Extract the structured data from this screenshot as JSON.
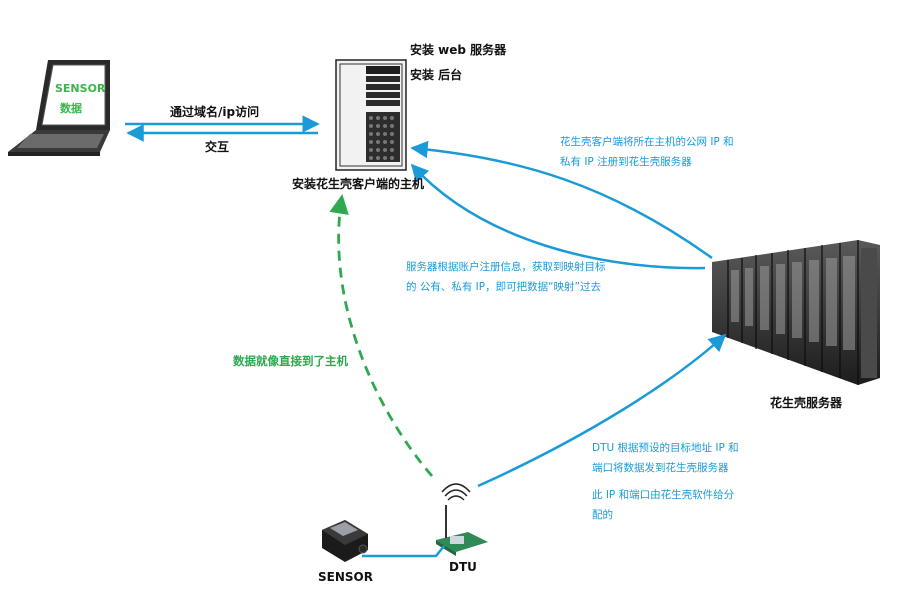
{
  "title_lines": [
    "安装 web 服务器",
    "安装 后台"
  ],
  "host": {
    "label": "安装花生壳客户端的主机"
  },
  "laptop": {
    "screen_text_1": "SENSOR",
    "screen_text_2": "数据"
  },
  "link_labels": {
    "top": "通过域名/ip访问",
    "bottom": "交互"
  },
  "server": {
    "label": "花生壳服务器"
  },
  "sensor": {
    "label": "SENSOR"
  },
  "dtu": {
    "label": "DTU"
  },
  "green_label": "数据就像直接到了主机",
  "notes": {
    "register_1": "花生壳客户端将所在主机的公网 IP 和",
    "register_2": "私有 IP 注册到花生壳服务器",
    "mapping_1": "服务器根据账户注册信息，获取到映射目标",
    "mapping_2": "的 公有、私有 IP，即可把数据“映射”过去",
    "dtu_1": "DTU 根据预设的目标地址 IP 和",
    "dtu_2": "端口将数据发到花生壳服务器",
    "dtu_3": "此 IP 和端口由花生壳软件给分",
    "dtu_4": "配的"
  },
  "colors": {
    "arrow_blue": "#1a9bd8",
    "arrow_green": "#2fa84f",
    "laptop_text": "#39b54a"
  }
}
